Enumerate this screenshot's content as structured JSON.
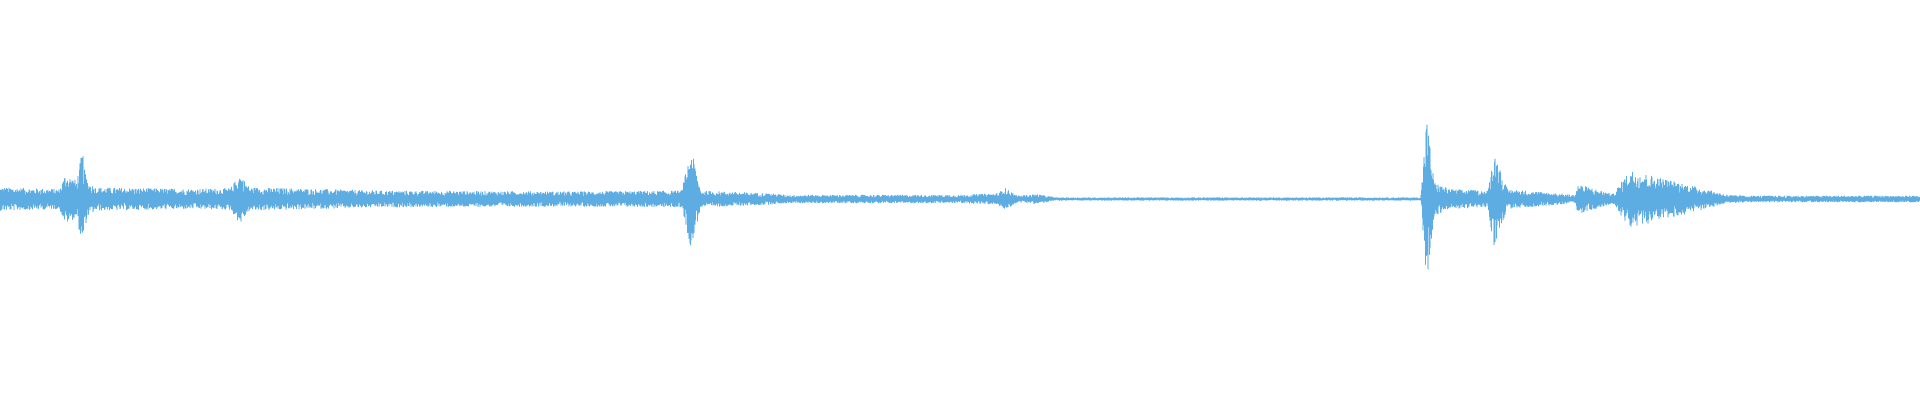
{
  "waveform": {
    "color": "#5DADE2",
    "background": "#FFFFFF",
    "duration_fraction_points": [
      0,
      0.031,
      0.034,
      0.04,
      0.043,
      0.044,
      0.046,
      0.05,
      0.1,
      0.12,
      0.125,
      0.13,
      0.2,
      0.3,
      0.355,
      0.36,
      0.365,
      0.4,
      0.41,
      0.45,
      0.5,
      0.52,
      0.523,
      0.53,
      0.54,
      0.55,
      0.74,
      0.743,
      0.747,
      0.755,
      0.775,
      0.778,
      0.785,
      0.82,
      0.82,
      0.822,
      0.84,
      0.849,
      0.9,
      0.91,
      1.0
    ],
    "amplitude_envelope": [
      0.14,
      0.12,
      0.3,
      0.22,
      0.6,
      0.35,
      0.2,
      0.14,
      0.12,
      0.13,
      0.3,
      0.14,
      0.1,
      0.09,
      0.1,
      0.6,
      0.1,
      0.07,
      0.05,
      0.05,
      0.05,
      0.07,
      0.14,
      0.04,
      0.06,
      0.02,
      0.02,
      1.0,
      0.2,
      0.12,
      0.1,
      0.58,
      0.12,
      0.05,
      0.04,
      0.18,
      0.06,
      0.35,
      0.05,
      0.04,
      0.04
    ]
  }
}
